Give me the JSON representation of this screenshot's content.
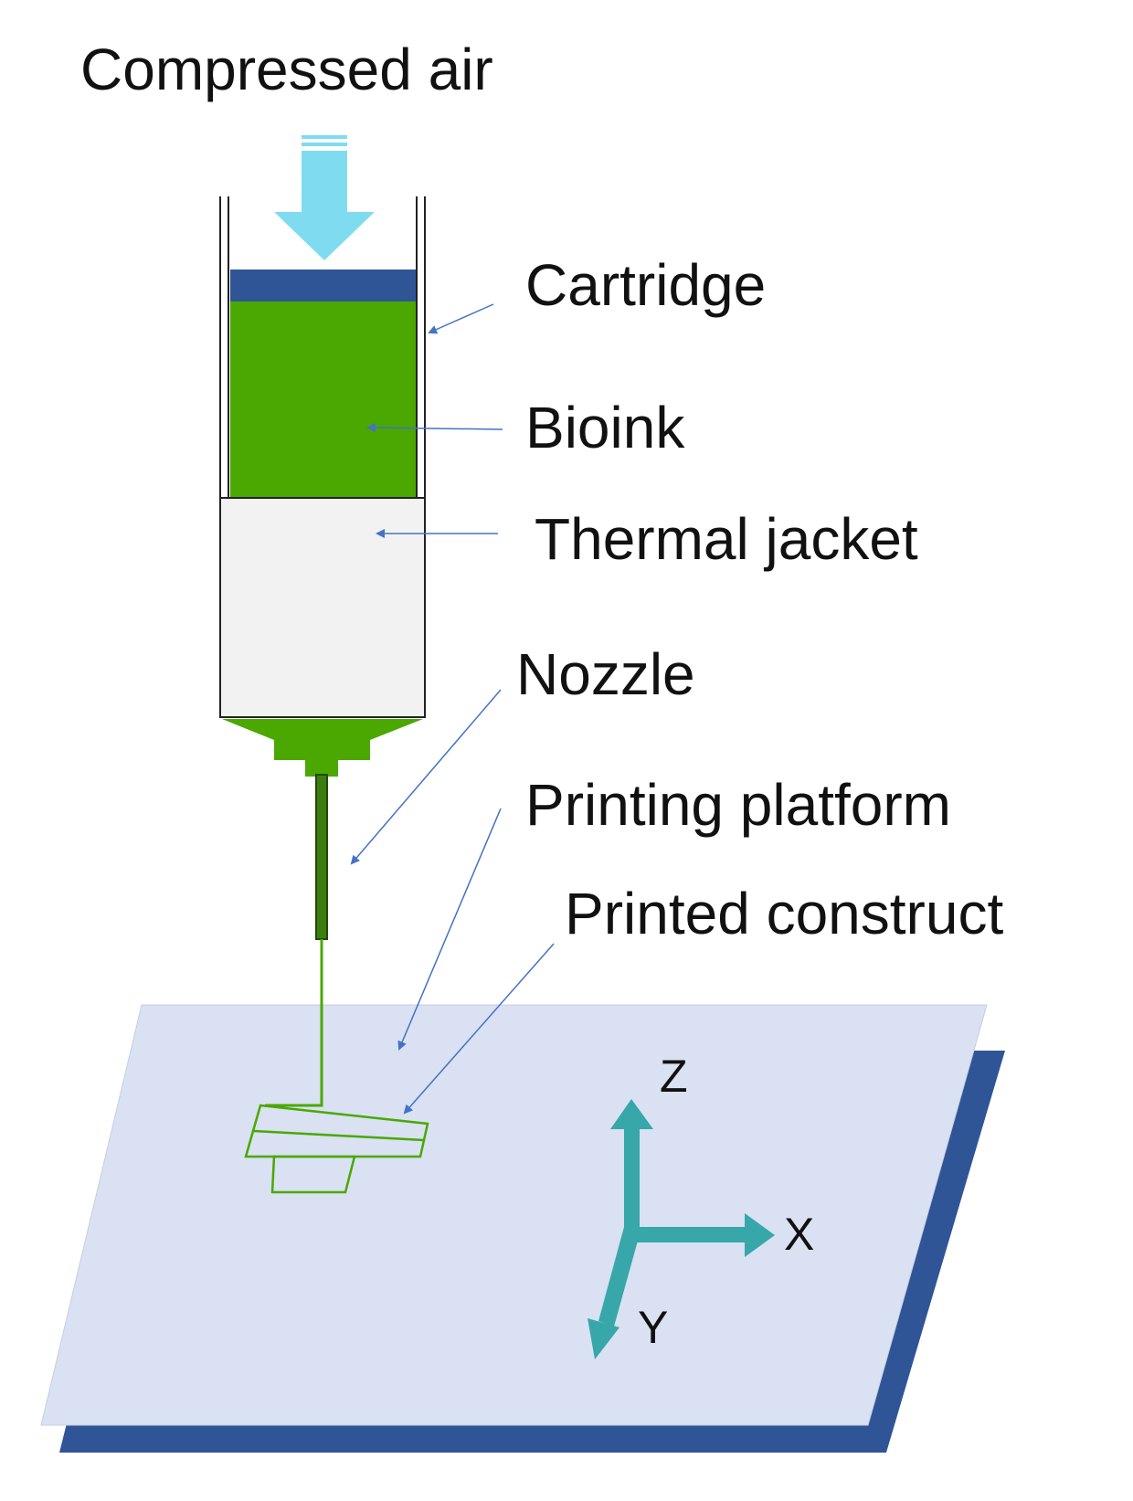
{
  "labels": {
    "compressed_air": "Compressed air",
    "cartridge": "Cartridge",
    "bioink": "Bioink",
    "thermal_jacket": "Thermal jacket",
    "nozzle": "Nozzle",
    "printing_platform": "Printing platform",
    "printed_construct": "Printed construct"
  },
  "axes": {
    "z": "Z",
    "x": "X",
    "y": "Y"
  },
  "colors": {
    "air_arrow": "#7fdcf0",
    "plunger": "#2f5597",
    "bioink": "#4aa800",
    "jacket": "#f2f2f2",
    "platform_top": "#d9e1f2",
    "platform_edge": "#2f5597",
    "pointer": "#4472c4",
    "axis": "#2aa3a3",
    "construct": "#4aa800"
  }
}
